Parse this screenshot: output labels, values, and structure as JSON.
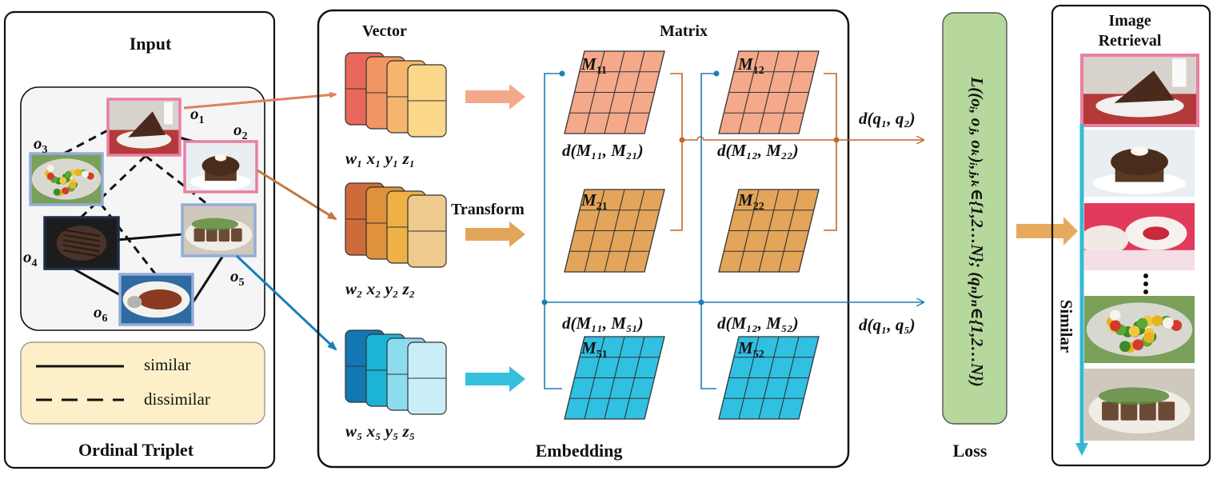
{
  "sections": {
    "input_title": "Input",
    "ordinal_triplet": "Ordinal Triplet",
    "embedding": "Embedding",
    "vector_title": "Vector",
    "matrix_title": "Matrix",
    "transform": "Transform",
    "loss": "Loss",
    "retrieval_title_line1": "Image",
    "retrieval_title_line2": "Retrieval",
    "similar_axis": "Similar"
  },
  "legend": {
    "similar": "similar",
    "dissimilar": "dissimilar"
  },
  "objects": [
    {
      "id": "o1",
      "label": "o",
      "sub": "1",
      "image": "chocolate-cake"
    },
    {
      "id": "o2",
      "label": "o",
      "sub": "2",
      "image": "cupcake"
    },
    {
      "id": "o3",
      "label": "o",
      "sub": "3",
      "image": "salad"
    },
    {
      "id": "o4",
      "label": "o",
      "sub": "4",
      "image": "steak"
    },
    {
      "id": "o5",
      "label": "o",
      "sub": "5",
      "image": "grilled-meat"
    },
    {
      "id": "o6",
      "label": "o",
      "sub": "6",
      "image": "salmon"
    }
  ],
  "vectors": [
    {
      "label": "w₁ x₁ y₁ z₁",
      "colors": [
        "#e8675b",
        "#f19563",
        "#f6b56d",
        "#fbd789"
      ]
    },
    {
      "label": "w₂ x₂ y₂ z₂",
      "colors": [
        "#cf6a3b",
        "#e0913b",
        "#eeb047",
        "#efca8e"
      ]
    },
    {
      "label": "w₅ x₅ y₅ z₅",
      "colors": [
        "#1377b3",
        "#1bb3d6",
        "#8cdcef",
        "#c9eef7"
      ]
    }
  ],
  "matrices": [
    {
      "name": "M",
      "sub": "11",
      "fill": "#f4a98a"
    },
    {
      "name": "M",
      "sub": "12",
      "fill": "#f4a98a"
    },
    {
      "name": "M",
      "sub": "21",
      "fill": "#e3a55a"
    },
    {
      "name": "M",
      "sub": "22",
      "fill": "#e3a55a"
    },
    {
      "name": "M",
      "sub": "51",
      "fill": "#2fc0e2"
    },
    {
      "name": "M",
      "sub": "52",
      "fill": "#2fc0e2"
    }
  ],
  "distances": {
    "d_m11_m21": "d(M₁₁, M₂₁)",
    "d_m12_m22": "d(M₁₂, M₂₂)",
    "d_m11_m51": "d(M₁₁, M₅₁)",
    "d_m12_m52": "d(M₁₂, M₅₂)",
    "d_q1_q2": "d(q₁, q₂)",
    "d_q1_q5": "d(q₁, q₅)"
  },
  "loss_formula": "L((oᵢ, oⱼ, oₖ)ᵢ,ⱼ,ₖ∈{1,2…N}; (qₙ)ₙ∈{1,2…N})",
  "retrieval_images": [
    "chocolate-cake",
    "cupcake",
    "red-velvet-cupcakes",
    "salad",
    "grilled-meat"
  ],
  "colors": {
    "orange_arrow": "#e17f5f",
    "brown_arrow": "#c07840",
    "blue_arrow": "#1a7fb8",
    "loss_box": "#b6d89d",
    "legend_box": "#fdf0c8",
    "query_border": "#e880a3",
    "db_border": "#93acd8",
    "similar_axis": "#35b8d4"
  }
}
